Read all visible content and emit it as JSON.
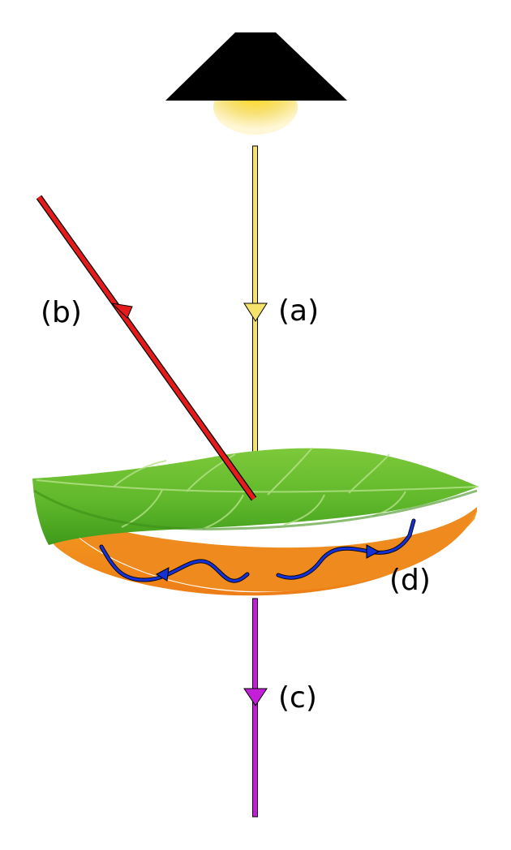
{
  "labels": {
    "a": "(a)",
    "b": "(b)",
    "c": "(c)",
    "d": "(d)"
  },
  "colors": {
    "lamp_shade": "#000000",
    "bulb": "#f7d63a",
    "incident_ray": "#f5e36b",
    "reflected_ray": "#e41b1b",
    "transmitted_ray": "#c21fd6",
    "internal_flow": "#1632d6",
    "leaf_top": "#5fb82a",
    "leaf_underside": "#f08a1e"
  },
  "icons": {
    "light_source": "lamp-icon",
    "leaf": "leaf-icon"
  }
}
